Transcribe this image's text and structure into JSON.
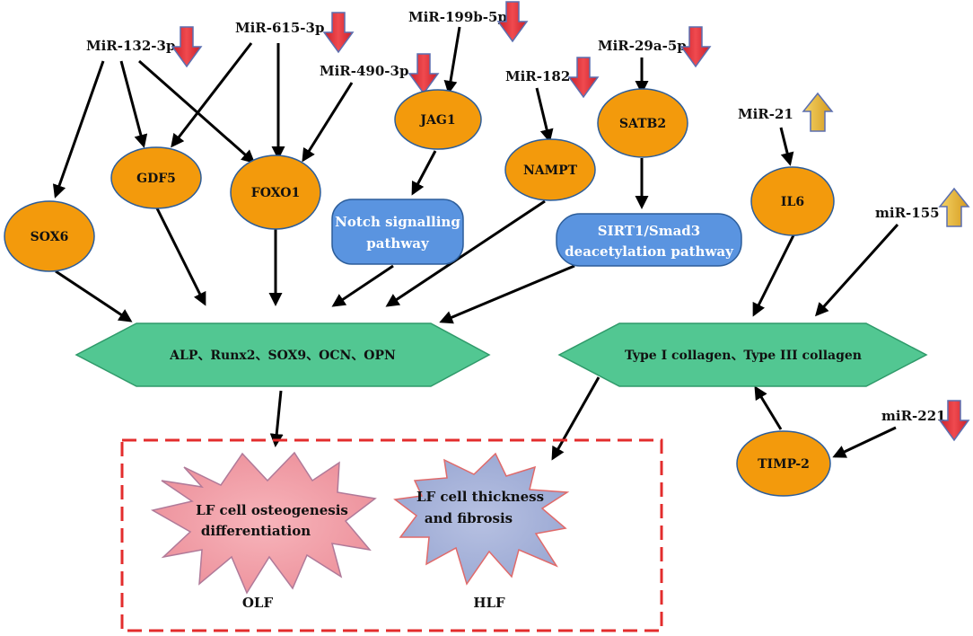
{
  "colors": {
    "gene_fill": "#f39a0c",
    "gene_stroke": "#2c5d9a",
    "pathway_fill": "#5a94e0",
    "hex_fill": "#52c792",
    "hex_stroke": "#2f9a6a",
    "down_arrow": "#e2323a",
    "up_arrow": "#eab83a",
    "osteogenesis_burst": "#f1a0a8",
    "fibrosis_burst": "#a7b3d8",
    "dashed_box": "#e32d2d"
  },
  "mirnas": {
    "mir132": {
      "label": "MiR-132-3p",
      "trend": "down"
    },
    "mir615": {
      "label": "MiR-615-3p",
      "trend": "down"
    },
    "mir490": {
      "label": "MiR-490-3p",
      "trend": "down"
    },
    "mir199b": {
      "label": "MiR-199b-5p",
      "trend": "down"
    },
    "mir182": {
      "label": "MiR-182",
      "trend": "down"
    },
    "mir29a": {
      "label": "MiR-29a-5p",
      "trend": "down"
    },
    "mir21": {
      "label": "MiR-21",
      "trend": "up"
    },
    "mir155": {
      "label": "miR-155",
      "trend": "up"
    },
    "mir221": {
      "label": "miR-221",
      "trend": "down"
    }
  },
  "genes": {
    "sox6": "SOX6",
    "gdf5": "GDF5",
    "foxo1": "FOXO1",
    "jag1": "JAG1",
    "nampt": "NAMPT",
    "satb2": "SATB2",
    "il6": "IL6",
    "timp2": "TIMP-2"
  },
  "pathways": {
    "notch": {
      "line1": "Notch signalling",
      "line2": "pathway"
    },
    "sirt1": {
      "line1": "SIRT1/Smad3",
      "line2": "deacetylation pathway"
    }
  },
  "markers": {
    "osteo": "ALP、Runx2、SOX9、OCN、OPN",
    "collagen": "Type I collagen、Type III collagen"
  },
  "outcomes": {
    "osteo_burst": {
      "line1": "LF cell osteogenesis",
      "line2": "differentiation"
    },
    "fibrosis_burst": {
      "line1": "LF cell thickness",
      "line2": "and fibrosis"
    },
    "olf": "OLF",
    "hlf": "HLF"
  },
  "icons": {
    "down": "red-down-arrow-icon",
    "up": "gold-up-arrow-icon"
  }
}
